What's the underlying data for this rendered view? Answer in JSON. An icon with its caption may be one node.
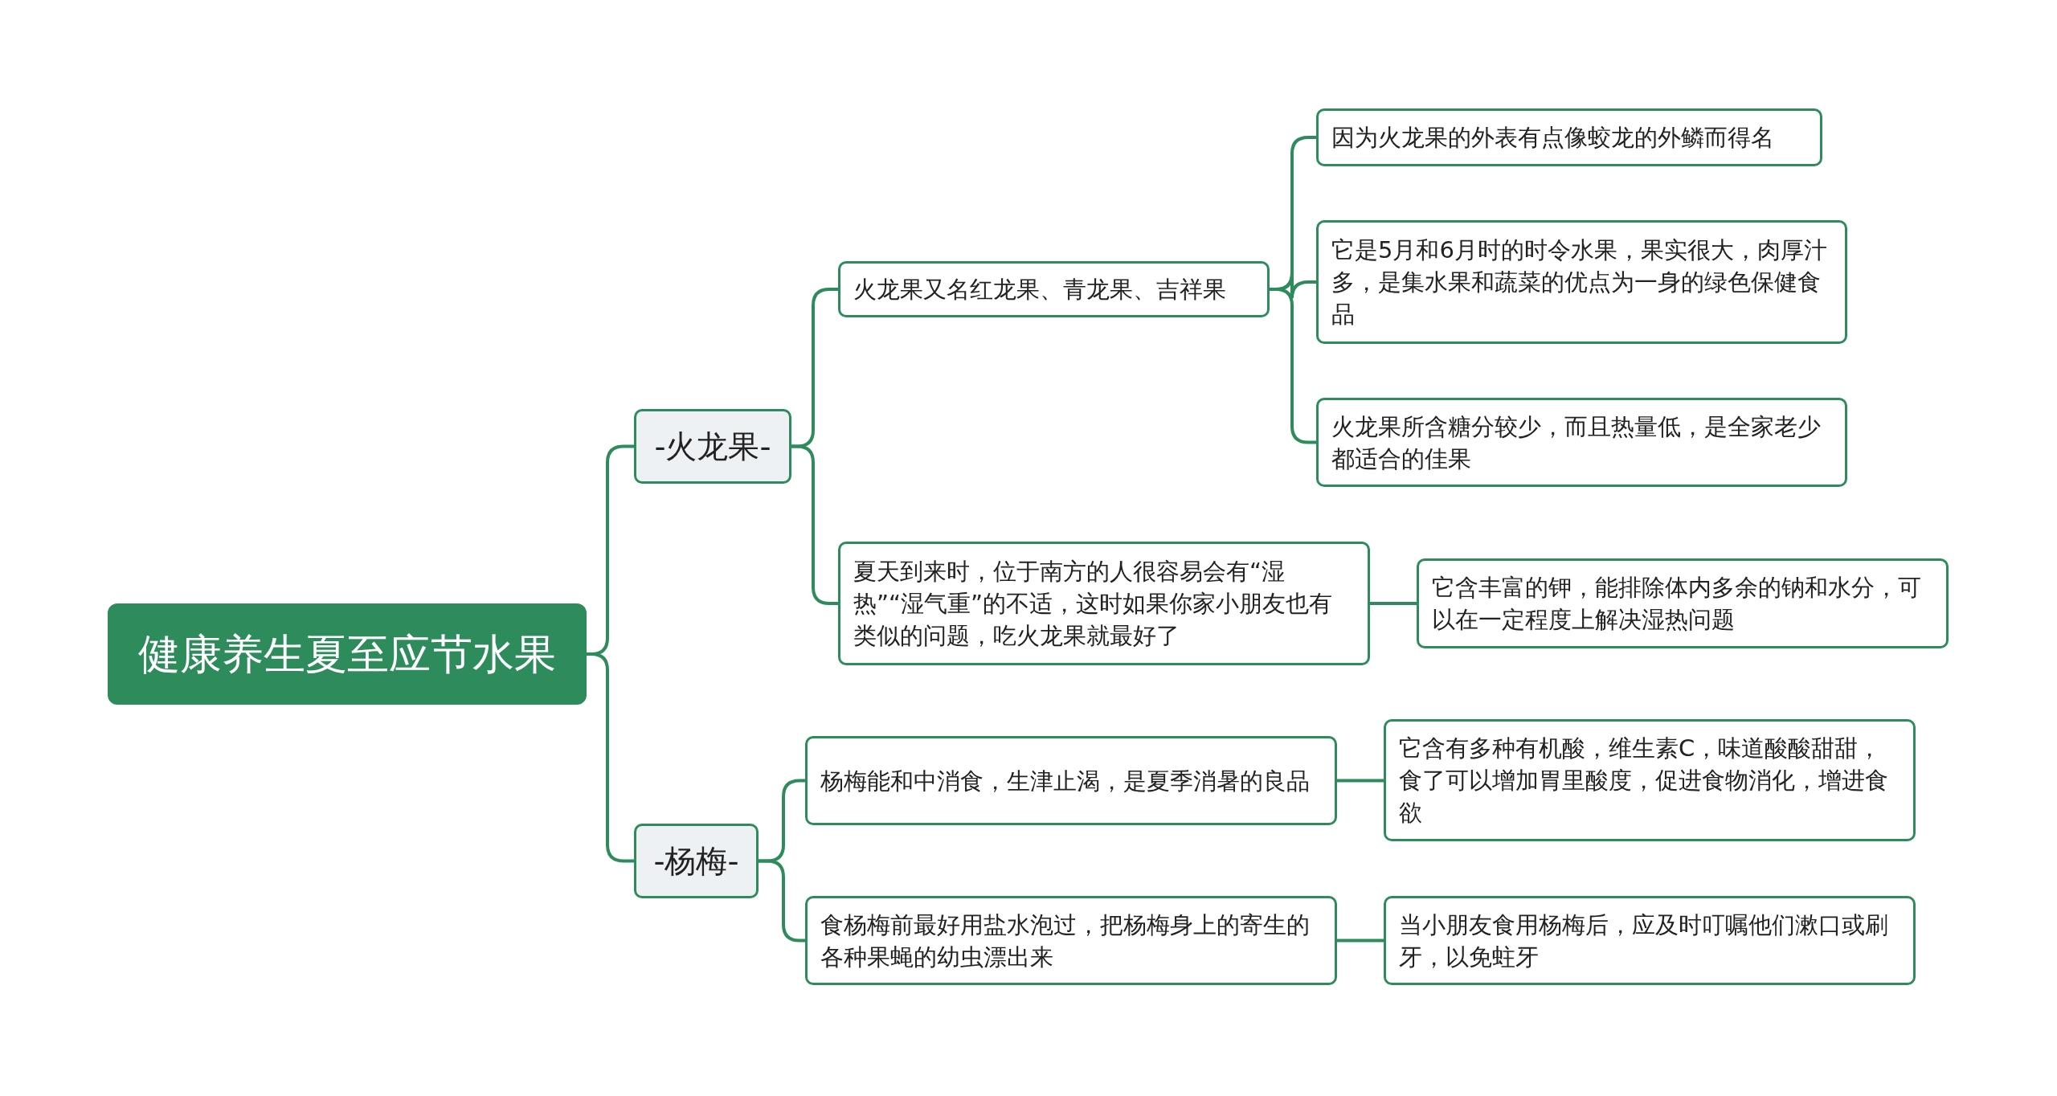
{
  "diagram": {
    "nodes": [
      {
        "text": [
          "健康养生夏至应节水果"
        ]
      },
      {
        "text": [
          "-火龙果-"
        ]
      },
      {
        "text": [
          "火龙果又名红龙果、青龙果、吉祥果"
        ]
      },
      {
        "text": [
          "因为火龙果的外表有点像蛟龙的外鳞而得名"
        ]
      },
      {
        "text": [
          "它是5月和6月时的时令水果，果实很大，肉厚汁多，是集水果和蔬菜的优点为一身的绿色保健食品"
        ]
      },
      {
        "text": [
          "火龙果所含糖分较少，而且热量低，是全家老少都适合的佳果"
        ]
      },
      {
        "text": [
          "夏天到来时，位于南方的人很容易会有“湿热”“湿气重”的不适，这时如果你家小朋友也有类似的问题，吃火龙果就最好了"
        ]
      },
      {
        "text": [
          "它含丰富的钾，能排除体内多余的钠和水分，可以在一定程度上解决湿热问题"
        ]
      },
      {
        "text": [
          "-杨梅-"
        ]
      },
      {
        "text": [
          "杨梅能和中消食，生津止渴，是夏季消暑的良品"
        ]
      },
      {
        "text": [
          "它含有多种有机酸，维生素C，味道酸酸甜甜，食了可以增加胃里酸度，促进食物消化，增进食欲"
        ]
      },
      {
        "text": [
          "食杨梅前最好用盐水泡过，把杨梅身上的寄生的各种果蝇的幼虫漂出来"
        ]
      },
      {
        "text": [
          "当小朋友食用杨梅后，应及时叮嘱他们漱口或刷牙，以免蛀牙"
        ]
      }
    ],
    "edges": [
      {
        "from": 0,
        "to": 1,
        "arrow": "none"
      },
      {
        "from": 0,
        "to": 8,
        "arrow": "none"
      },
      {
        "from": 1,
        "to": 2,
        "arrow": "none"
      },
      {
        "from": 1,
        "to": 6,
        "arrow": "none"
      },
      {
        "from": 2,
        "to": 3,
        "arrow": "none"
      },
      {
        "from": 2,
        "to": 4,
        "arrow": "none"
      },
      {
        "from": 2,
        "to": 5,
        "arrow": "none"
      },
      {
        "from": 6,
        "to": 7,
        "arrow": "none"
      },
      {
        "from": 8,
        "to": 9,
        "arrow": "none"
      },
      {
        "from": 8,
        "to": 11,
        "arrow": "none"
      },
      {
        "from": 9,
        "to": 10,
        "arrow": "none"
      },
      {
        "from": 11,
        "to": 12,
        "arrow": "none"
      }
    ]
  }
}
